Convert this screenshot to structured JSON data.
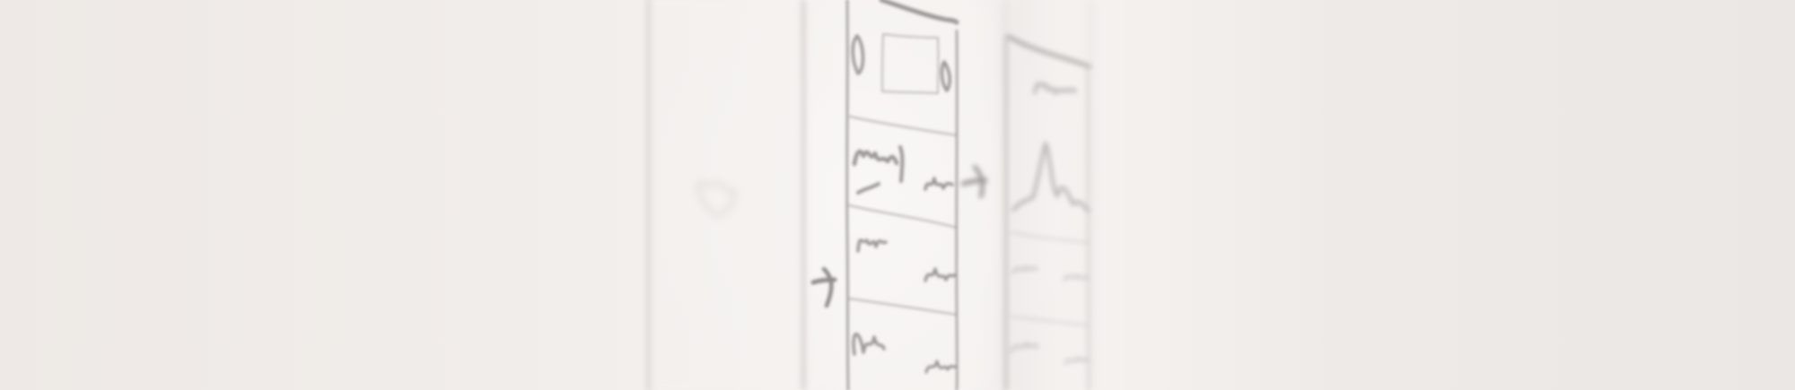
{
  "scene": {
    "kind": "whiteboard-wireframe-photo",
    "palette": {
      "background": "#efebe8",
      "paper": "#f6f3f1",
      "marker": "#9a9795"
    },
    "elements": [
      "mobile-screen-sketch",
      "detail-screen-sketch",
      "arrow-icons",
      "squiggle-labels"
    ]
  }
}
